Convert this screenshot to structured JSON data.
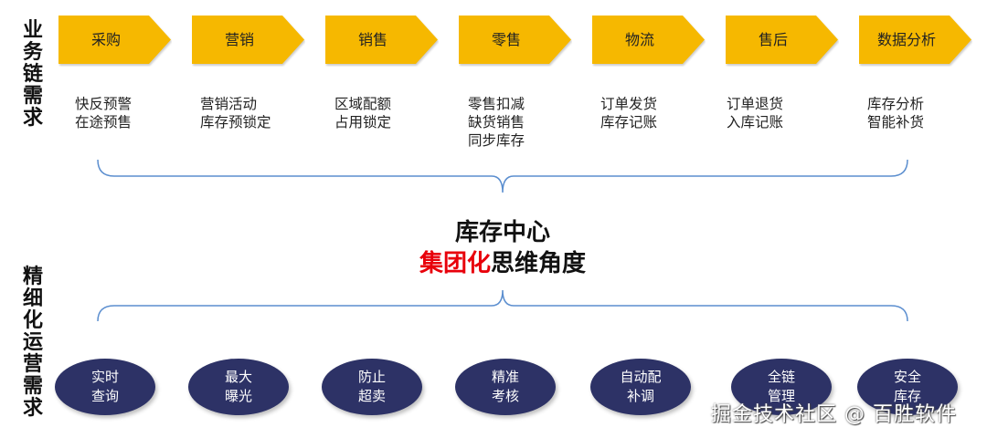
{
  "left_labels": {
    "business": "业务链需求",
    "operations": "精细化运营需求"
  },
  "colors": {
    "stage": "#f6b800",
    "oval": "#2d3266",
    "brace": "#5b8ecf",
    "highlight": "#e8000b"
  },
  "stages": [
    {
      "label": "采购",
      "items": [
        "快反预警",
        "在途预售"
      ]
    },
    {
      "label": "营销",
      "items": [
        "营销活动",
        "库存预锁定"
      ]
    },
    {
      "label": "销售",
      "items": [
        "区域配额",
        "占用锁定"
      ]
    },
    {
      "label": "零售",
      "items": [
        "零售扣减",
        "缺货销售",
        "同步库存"
      ]
    },
    {
      "label": "物流",
      "items": [
        "订单发货",
        "库存记账"
      ]
    },
    {
      "label": "售后",
      "items": [
        "订单退货",
        "入库记账"
      ]
    },
    {
      "label": "数据分析",
      "items": [
        "库存分析",
        "智能补货"
      ]
    }
  ],
  "center": {
    "line1": "库存中心",
    "highlight": "集团化",
    "rest": "思维角度"
  },
  "operations": [
    {
      "lines": [
        "实时",
        "查询"
      ]
    },
    {
      "lines": [
        "最大",
        "曝光"
      ]
    },
    {
      "lines": [
        "防止",
        "超卖"
      ]
    },
    {
      "lines": [
        "精准",
        "考核"
      ]
    },
    {
      "lines": [
        "自动配",
        "补调"
      ]
    },
    {
      "lines": [
        "全链",
        "管理"
      ]
    },
    {
      "lines": [
        "安全",
        "库存"
      ]
    }
  ],
  "watermark": "掘金技术社区 @ 百胜软件"
}
